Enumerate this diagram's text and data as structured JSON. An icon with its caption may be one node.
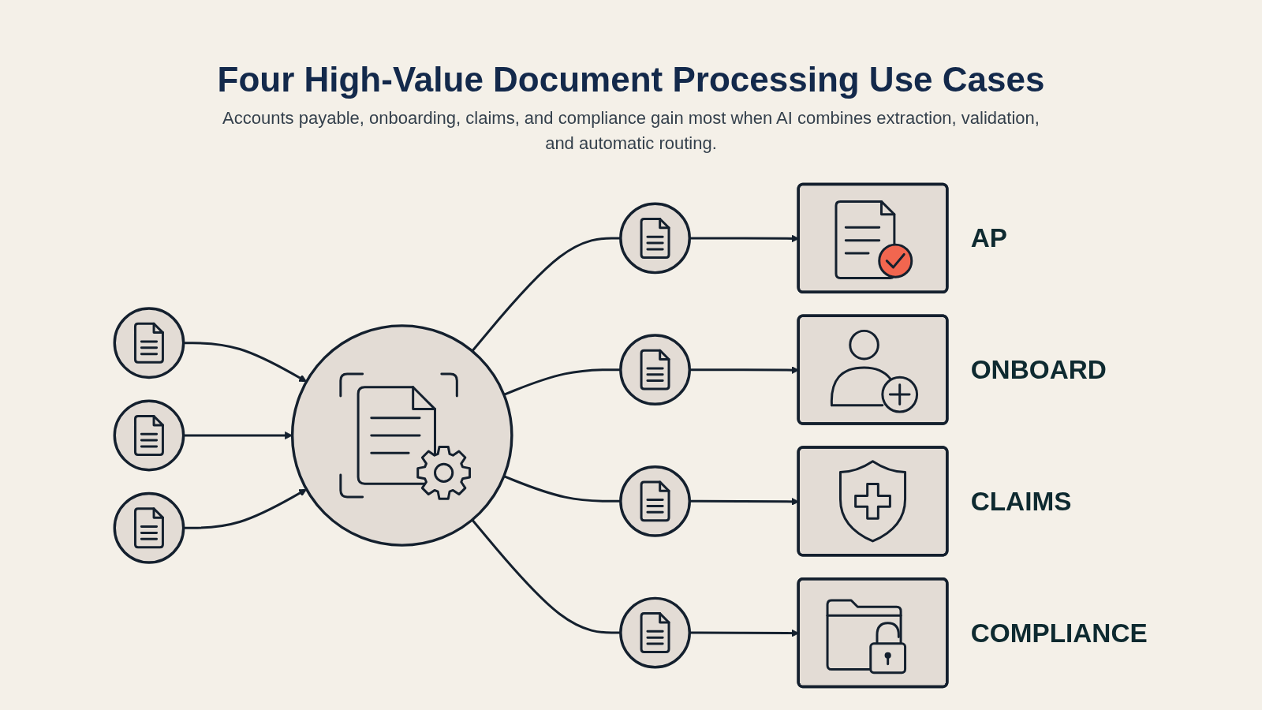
{
  "diagram": {
    "title": "Four High-Value Document Processing Use Cases",
    "caption": "Accounts payable, onboarding, claims, and compliance gain most when AI combines extraction, validation, and automatic routing.",
    "nodes": [
      {
        "text": [],
        "shape": "circle"
      },
      {
        "text": [],
        "shape": "circle"
      },
      {
        "text": [],
        "shape": "circle"
      },
      {
        "text": [],
        "shape": "circle"
      },
      {
        "text": [],
        "shape": "circle"
      },
      {
        "text": [],
        "shape": "circle"
      },
      {
        "text": [],
        "shape": "circle"
      },
      {
        "text": [],
        "shape": "circle"
      },
      {
        "text": [],
        "shape": "box",
        "beside": [
          "AP"
        ]
      },
      {
        "text": [],
        "shape": "box",
        "beside": [
          "ONBOARD"
        ]
      },
      {
        "text": [],
        "shape": "box",
        "beside": [
          "CLAIMS"
        ]
      },
      {
        "text": [],
        "shape": "box",
        "beside": [
          "COMPLIANCE"
        ]
      }
    ],
    "edges": [
      {
        "from": 0,
        "to": 3,
        "arrow": "to"
      },
      {
        "from": 1,
        "to": 3,
        "arrow": "to"
      },
      {
        "from": 2,
        "to": 3,
        "arrow": "to"
      },
      {
        "from": 3,
        "to": 4,
        "arrow": "none"
      },
      {
        "from": 3,
        "to": 5,
        "arrow": "none"
      },
      {
        "from": 3,
        "to": 6,
        "arrow": "none"
      },
      {
        "from": 3,
        "to": 7,
        "arrow": "none"
      },
      {
        "from": 4,
        "to": 8,
        "arrow": "to"
      },
      {
        "from": 5,
        "to": 9,
        "arrow": "to"
      },
      {
        "from": 6,
        "to": 10,
        "arrow": "to"
      },
      {
        "from": 7,
        "to": 11,
        "arrow": "to"
      }
    ]
  }
}
